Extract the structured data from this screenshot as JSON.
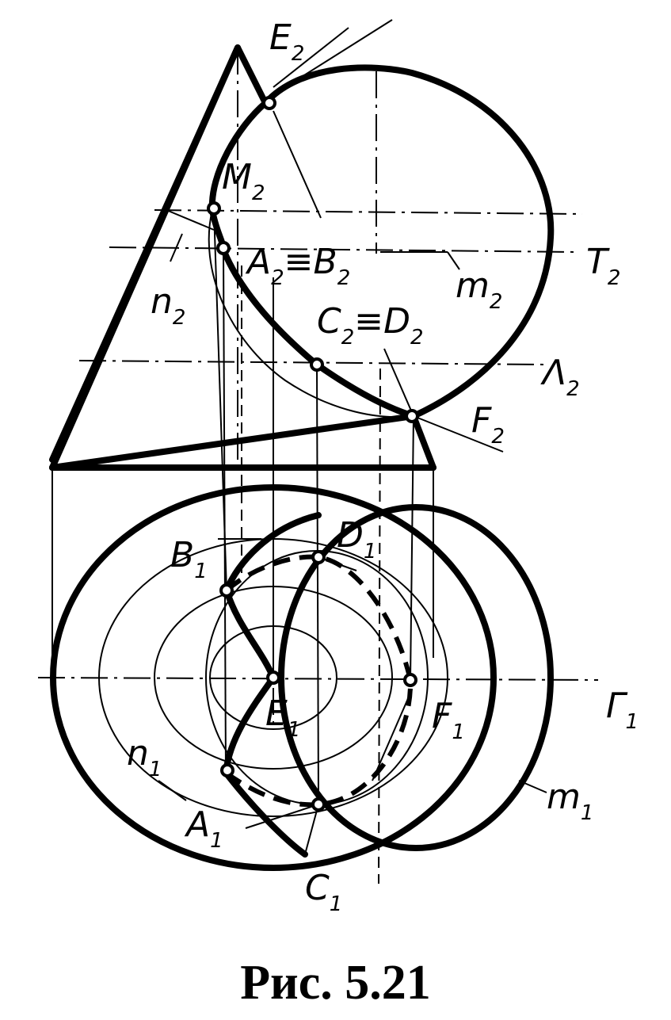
{
  "caption": "Рис. 5.21",
  "labels": {
    "E2": "E",
    "E2_sub": "2",
    "M2": "M",
    "M2_sub": "2",
    "A2B2": "A",
    "A2B2_sub1": "2",
    "A2B2_eq": "≡B",
    "A2B2_sub2": "2",
    "T2": "T",
    "T2_sub": "2",
    "m2": "m",
    "m2_sub": "2",
    "n2": "n",
    "n2_sub": "2",
    "C2D2": "C",
    "C2D2_sub1": "2",
    "C2D2_eq": "≡D",
    "C2D2_sub2": "2",
    "L2": "Λ",
    "L2_sub": "2",
    "F2": "F",
    "F2_sub": "2",
    "B1": "B",
    "B1_sub": "1",
    "D1": "D",
    "D1_sub": "1",
    "E1": "E",
    "E1_sub": "1",
    "F1": "F",
    "F1_sub": "1",
    "G1": "Γ",
    "G1_sub": "1",
    "n1": "n",
    "n1_sub": "1",
    "m1": "m",
    "m1_sub": "1",
    "A1": "A",
    "A1_sub": "1",
    "C1": "C",
    "C1_sub": "1"
  }
}
